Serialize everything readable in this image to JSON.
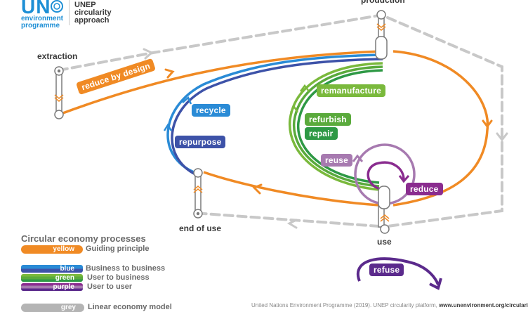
{
  "logo": {
    "org_short": "UN",
    "org_line1": "environment",
    "org_line2": "programme",
    "title_line1": "UNEP",
    "title_line2": "circularity",
    "title_line3": "approach"
  },
  "nodes": {
    "extraction": "extraction",
    "production": "production",
    "use": "use",
    "end_of_use": "end of use"
  },
  "processes": {
    "reduce_by_design": "reduce by design",
    "recycle": "recycle",
    "repurpose": "repurpose",
    "remanufacture": "remanufacture",
    "refurbish": "refurbish",
    "repair": "repair",
    "reuse": "reuse",
    "reduce": "reduce",
    "refuse": "refuse"
  },
  "colors": {
    "orange": "#f08a24",
    "blue_light": "#2a8bd6",
    "blue_dark": "#3d52a8",
    "green_light": "#7ab93c",
    "green_dark": "#2e9945",
    "purple_light": "#a77ab0",
    "purple_dark": "#8a2c8f",
    "purple_refuse": "#5b2a8c",
    "grey": "#c8c8c8",
    "node_stroke": "#7a7a7a"
  },
  "legend": {
    "title": "Circular economy processes",
    "items": [
      {
        "swatch": "yellow",
        "desc": "Guiding principle"
      },
      {
        "swatch": "blue",
        "desc": "Business to business"
      },
      {
        "swatch": "green",
        "desc": "User to business"
      },
      {
        "swatch": "purple",
        "desc": "User to user"
      },
      {
        "swatch": "grey",
        "desc": "Linear economy model"
      }
    ]
  },
  "footer": {
    "text": "United Nations Environment Programme (2019). UNEP circularity platform, ",
    "link": "www.unenvironment.org/circularity"
  }
}
